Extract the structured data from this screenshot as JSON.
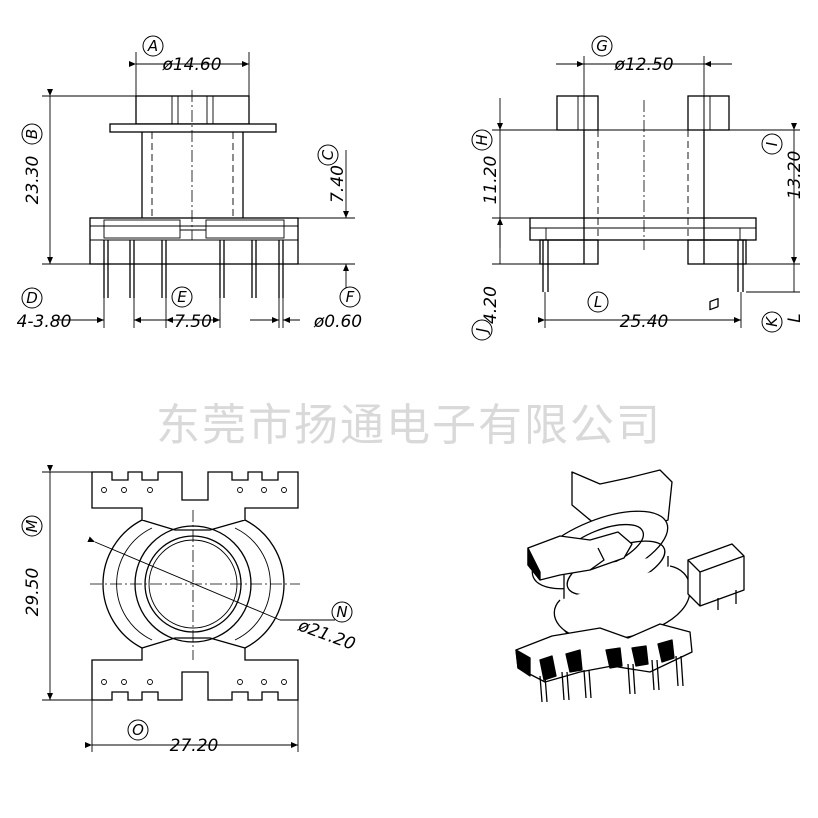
{
  "watermark": "东莞市扬通电子有限公司",
  "views": {
    "front": {
      "A": {
        "tag": "A",
        "value": "ø14.60"
      },
      "B": {
        "tag": "B",
        "value": "23.30"
      },
      "C": {
        "tag": "C",
        "value": "7.40"
      },
      "D": {
        "tag": "D",
        "value": "4-3.80"
      },
      "E": {
        "tag": "E",
        "value": "7.50"
      },
      "F": {
        "tag": "F",
        "value": "ø0.60"
      }
    },
    "side": {
      "G": {
        "tag": "G",
        "value": "ø12.50"
      },
      "H": {
        "tag": "H",
        "value": "11.20"
      },
      "I": {
        "tag": "I",
        "value": "13.20"
      },
      "J": {
        "tag": "J",
        "value": "4.20"
      },
      "K": {
        "tag": "K",
        "value": "L"
      },
      "L": {
        "tag": "L",
        "value": "25.40"
      }
    },
    "top": {
      "M": {
        "tag": "M",
        "value": "29.50"
      },
      "N": {
        "tag": "N",
        "value": "ø21.20"
      },
      "O": {
        "tag": "O",
        "value": "27.20"
      }
    }
  }
}
